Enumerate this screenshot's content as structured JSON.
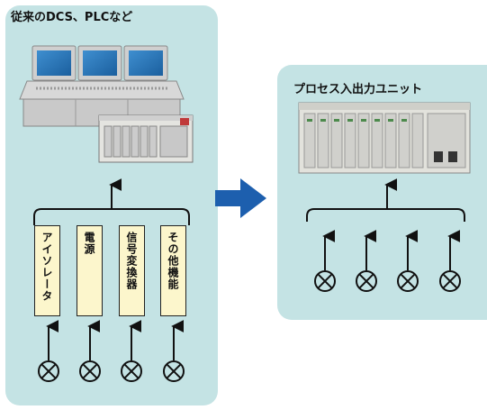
{
  "left_panel": {
    "title": "従来のDCS、PLCなど",
    "modules": [
      {
        "label": "アイソレータ"
      },
      {
        "label": "電源"
      },
      {
        "label": "信号変換器"
      },
      {
        "label": "その他機能"
      }
    ],
    "sensor_count": 4
  },
  "right_panel": {
    "title": "プロセス入出力ユニット",
    "sensor_count": 4
  },
  "colors": {
    "panel_bg": "#c4e3e4",
    "module_bg": "#fcf6cc",
    "arrow_blue": "#1d5fae",
    "line": "#111111"
  }
}
